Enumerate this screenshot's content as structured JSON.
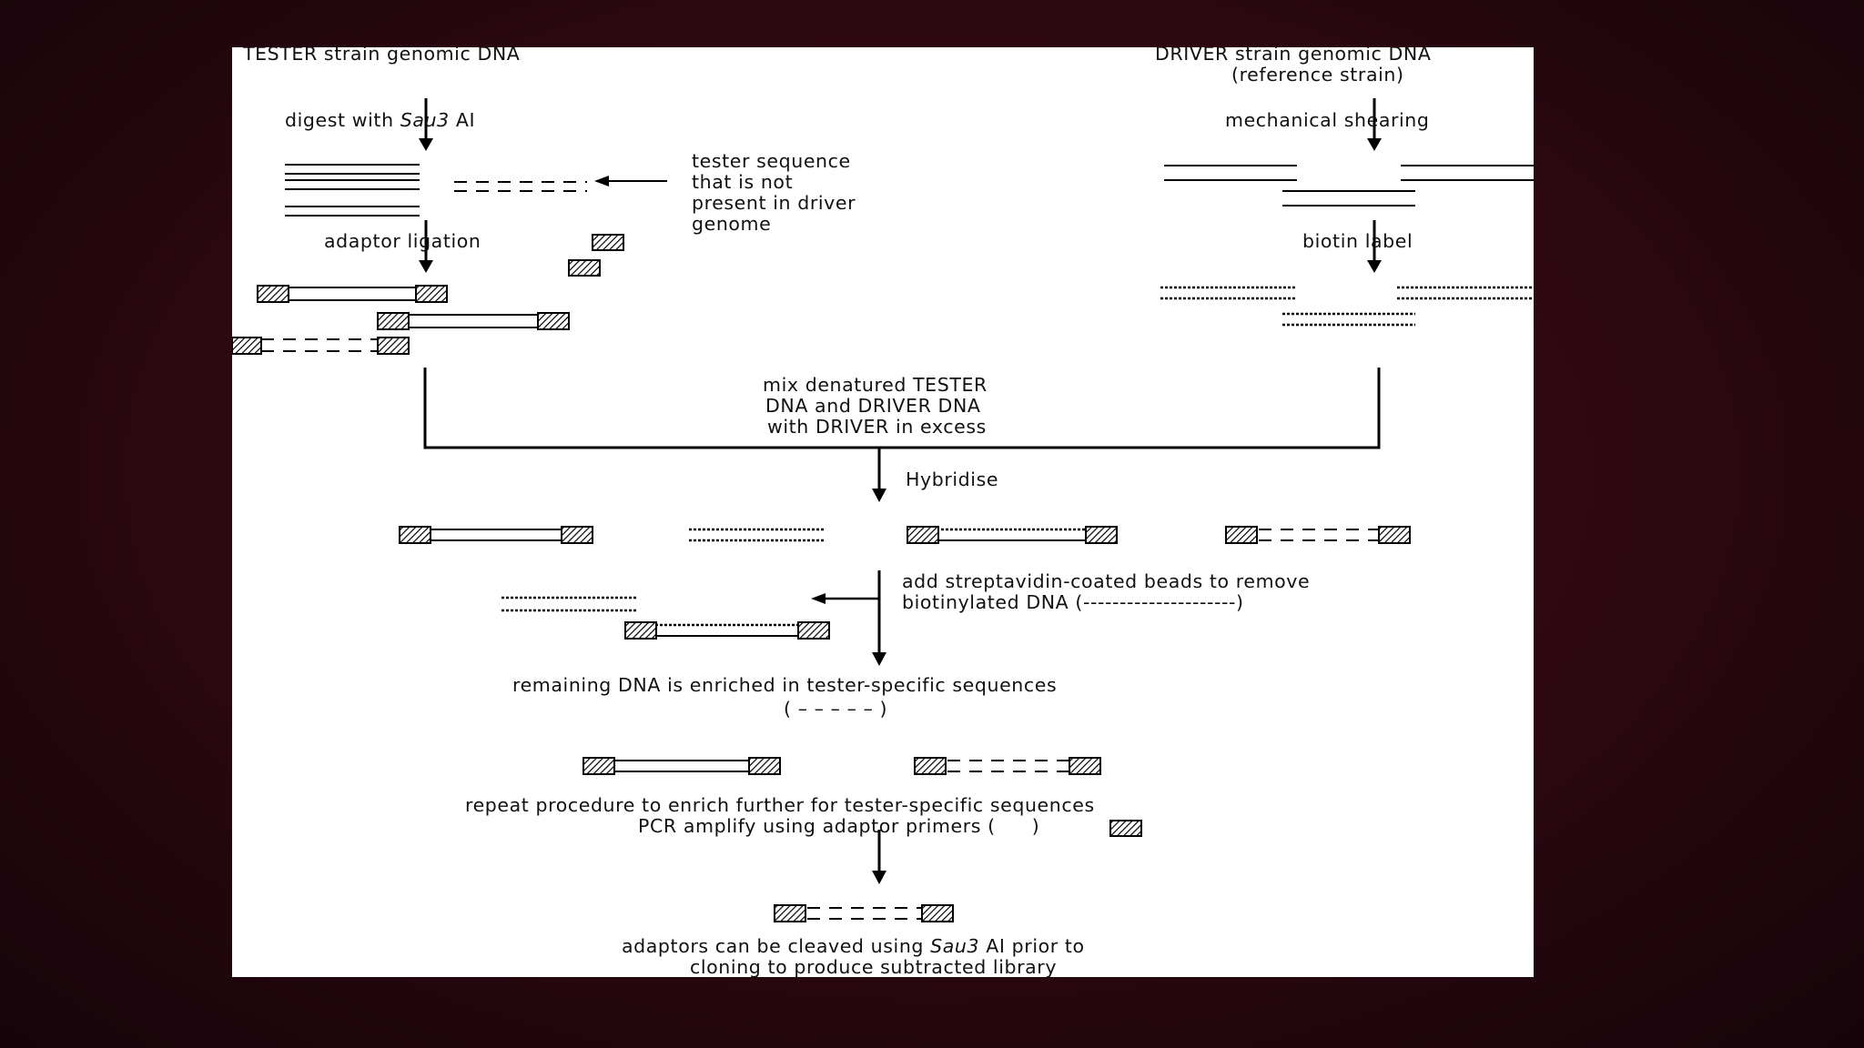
{
  "tester_title": "TESTER strain genomic DNA",
  "driver_title_1": "DRIVER strain genomic DNA",
  "driver_title_2": "(reference strain)",
  "digest_pre": "digest with ",
  "digest_enzyme": "Sau3",
  "digest_post": " AI",
  "mech_shearing": "mechanical shearing",
  "tester_note": [
    "tester sequence",
    "that is not",
    "present in driver",
    "genome"
  ],
  "adaptor_ligation": "adaptor ligation",
  "biotin_label": "biotin label",
  "mix_text": [
    "mix denatured TESTER",
    "DNA and DRIVER DNA",
    "with DRIVER in excess"
  ],
  "hybridise": "Hybridise",
  "beads_text_1": "add streptavidin-coated beads to remove",
  "beads_text_2": "biotinylated DNA (---------------------)",
  "remaining_text": "remaining DNA is enriched in tester-specific sequences",
  "remaining_symbol": "( – – – – – )",
  "repeat_text": "repeat procedure to enrich further for tester-specific sequences",
  "pcr_text_pre": "PCR amplify using adaptor primers (",
  "pcr_text_post": ")",
  "cleave_pre": "adaptors can be cleaved using ",
  "cleave_enzyme": "Sau3",
  "cleave_post": " AI prior to",
  "cleave_line2": "cloning to produce subtracted library"
}
